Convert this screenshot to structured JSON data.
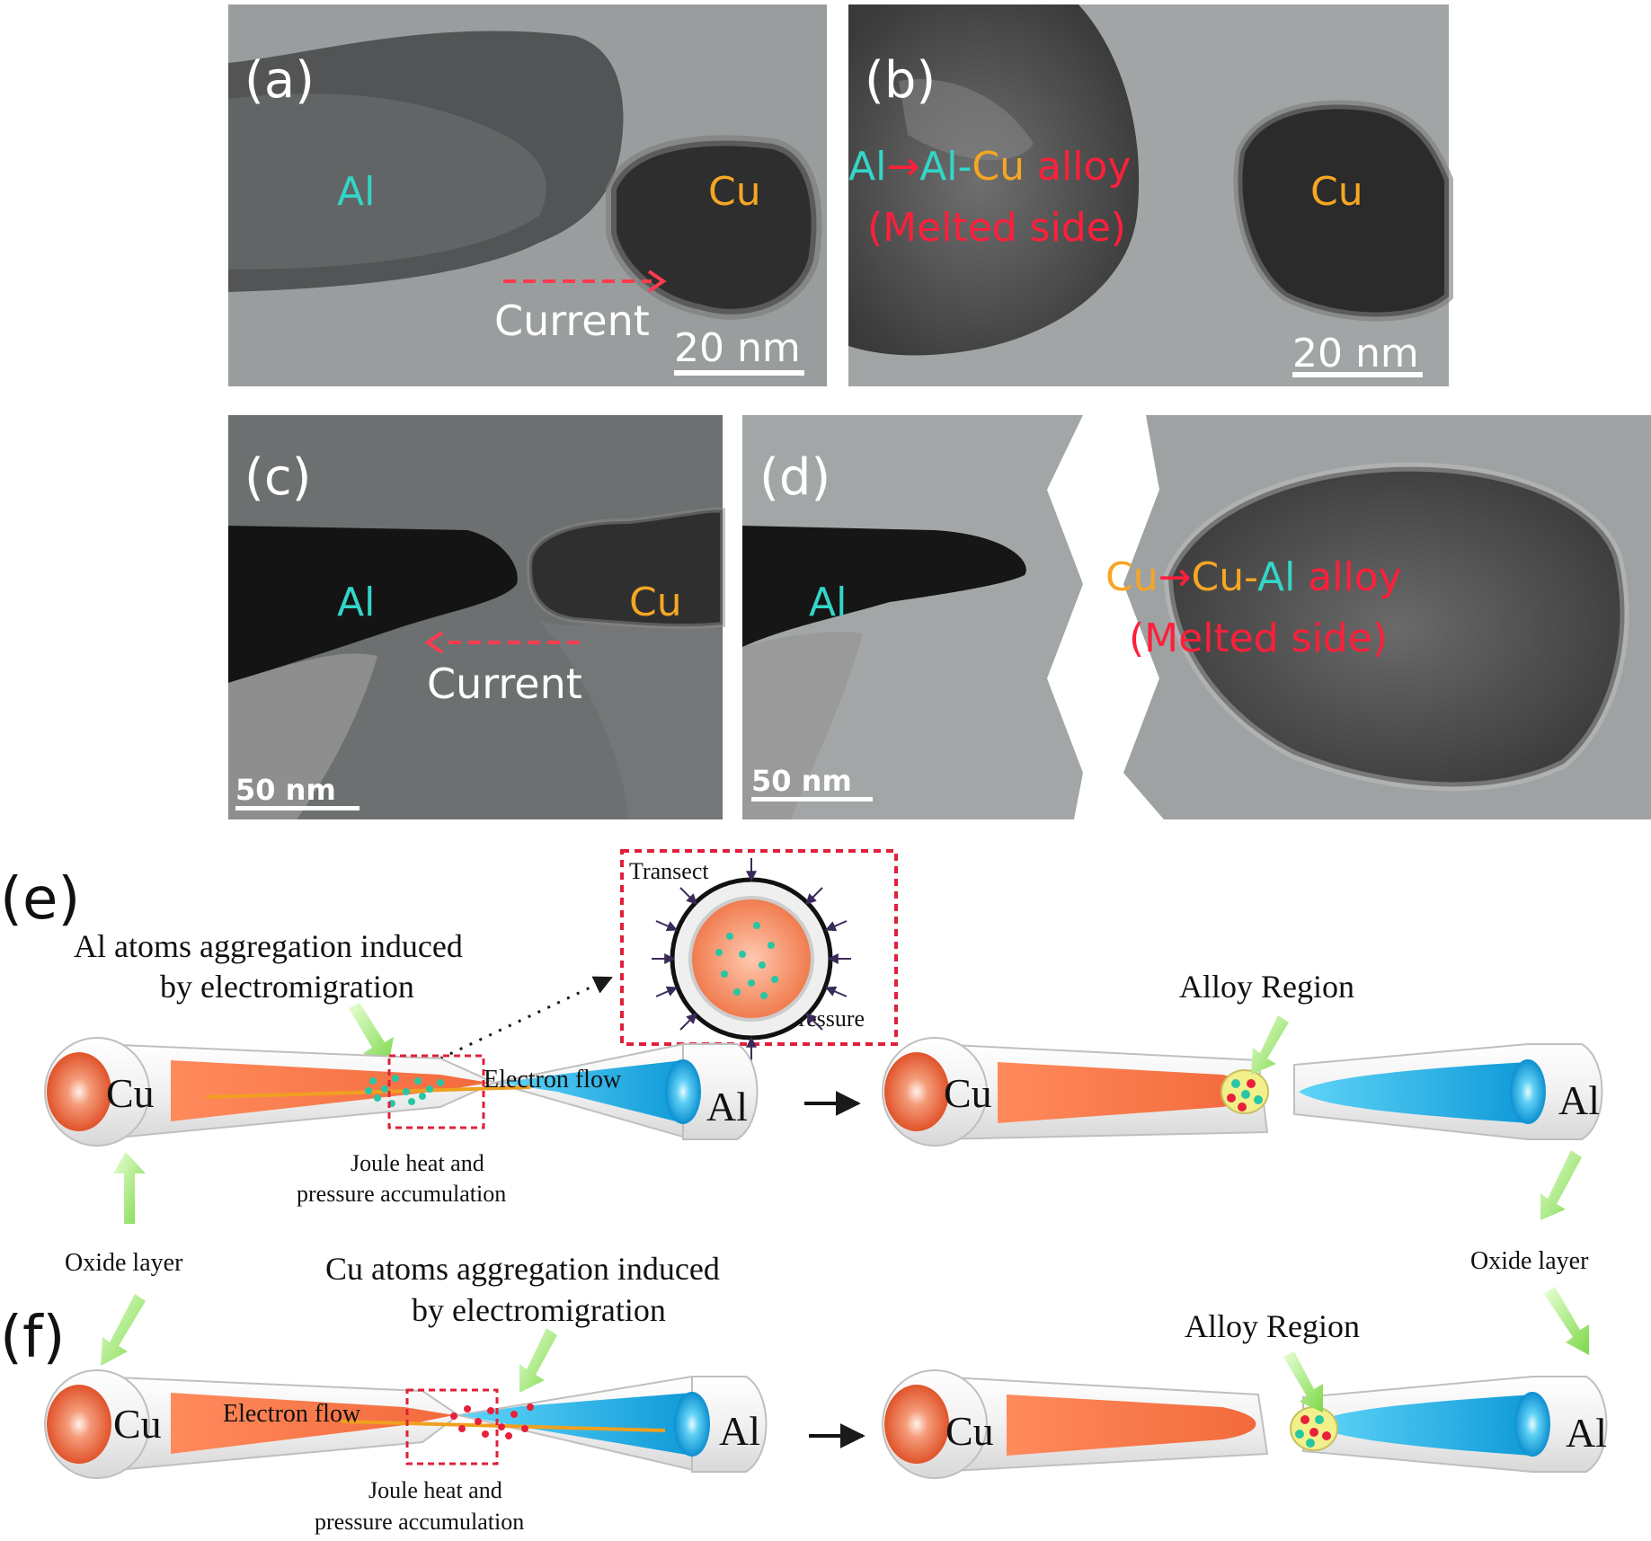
{
  "figure": {
    "panels": {
      "a": {
        "label": "(a)",
        "al_label": "Al",
        "cu_label": "Cu",
        "arrow_label": "Current",
        "scale_bar": "20 nm"
      },
      "b": {
        "label": "(b)",
        "alloy_line1": {
          "al_from": "Al",
          "arrow": "→",
          "al_to": "Al",
          "dash": "-",
          "cu": "Cu",
          "alloy": " alloy"
        },
        "alloy_line2": "(Melted side)",
        "cu_label": "Cu",
        "scale_bar": "20 nm"
      },
      "c": {
        "label": "(c)",
        "al_label": "Al",
        "cu_label": "Cu",
        "arrow_label": "Current",
        "scale_bar": "50 nm"
      },
      "d": {
        "label": "(d)",
        "al_label": "Al",
        "alloy_line1": {
          "cu_from": "Cu",
          "arrow": "→",
          "cu_to": "Cu",
          "dash": "-",
          "al": "Al",
          "alloy": " alloy"
        },
        "alloy_line2": "(Melted side)",
        "scale_bar": "50 nm"
      }
    },
    "schematic_e": {
      "label": "(e)",
      "aggregation_line1": "Al atoms aggregation induced",
      "aggregation_line2": "by electromigration",
      "inset_transect": "Transect",
      "inset_pressure": "Pressure",
      "left_cu": "Cu",
      "left_al": "Al",
      "electron_flow": "Electron flow",
      "joule_line1": "Joule heat and",
      "joule_line2": "pressure accumulation",
      "alloy_region": "Alloy Region",
      "right_cu": "Cu",
      "right_al": "Al"
    },
    "schematic_f": {
      "label": "(f)",
      "aggregation_line1": "Cu atoms aggregation induced",
      "aggregation_line2": "by electromigration",
      "left_cu": "Cu",
      "left_al": "Al",
      "electron_flow": "Electron flow",
      "joule_line1": "Joule heat and",
      "joule_line2": "pressure accumulation",
      "alloy_region": "Alloy Region",
      "right_cu": "Cu",
      "right_al": "Al"
    },
    "oxide_left": "Oxide layer",
    "oxide_right": "Oxide layer",
    "colors": {
      "al_text": "#33d6c8",
      "cu_text": "#f5a623",
      "alloy_text": "#ff1f3a",
      "current_arrow": "#ff3b4f",
      "cu_fill": "#f26a3c",
      "al_fill": "#1aa6e0",
      "inset_border": "#e0203a",
      "pointer_green": "#8fe05a"
    }
  }
}
